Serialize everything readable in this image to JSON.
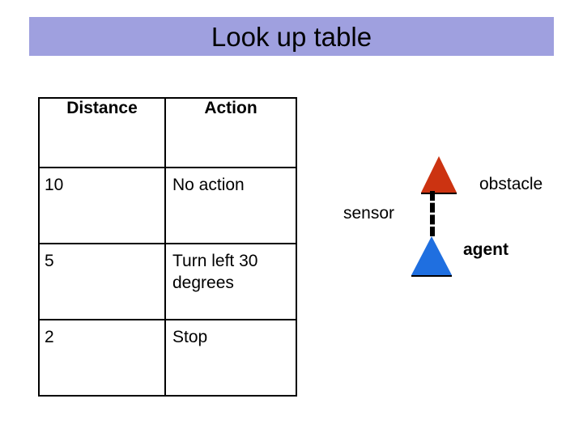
{
  "slide": {
    "title": "Look up table",
    "banner_color": "#9FA0DF"
  },
  "lookup_table": {
    "columns": [
      "Distance",
      "Action"
    ],
    "rows": [
      {
        "distance": "10",
        "action": "No action"
      },
      {
        "distance": "5",
        "action": "Turn left 30 degrees"
      },
      {
        "distance": "2",
        "action": "Stop"
      }
    ]
  },
  "diagram": {
    "obstacle_label": "obstacle",
    "sensor_label": "sensor",
    "agent_label": "agent",
    "obstacle_color": "#CC3311",
    "agent_color": "#1F6FE0",
    "sensor_line_style": "dashed-vertical"
  }
}
